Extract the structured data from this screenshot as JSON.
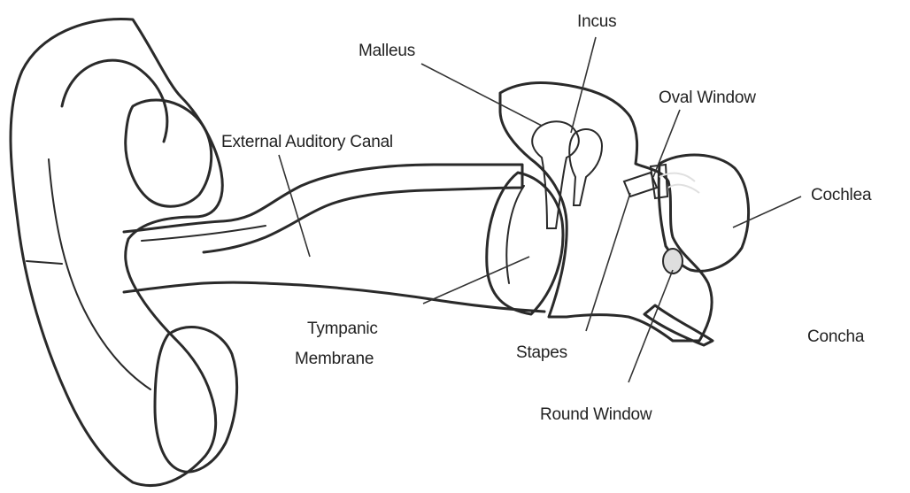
{
  "labels": {
    "incus": "Incus",
    "malleus": "Malleus",
    "oval_window": "Oval Window",
    "external_auditory_canal": "External Auditory Canal",
    "cochlea": "Cochlea",
    "tympanic_membrane_line1": "Tympanic",
    "tympanic_membrane_line2": "Membrane",
    "stapes": "Stapes",
    "concha": "Concha",
    "round_window": "Round Window"
  },
  "colors": {
    "pinna_fill": "#d6d6d6",
    "middle_ear_fill": "#6e6e6e",
    "cochlea_fill": "#1f1f1f",
    "ink": "#2a2a2a",
    "background": "#ffffff"
  }
}
